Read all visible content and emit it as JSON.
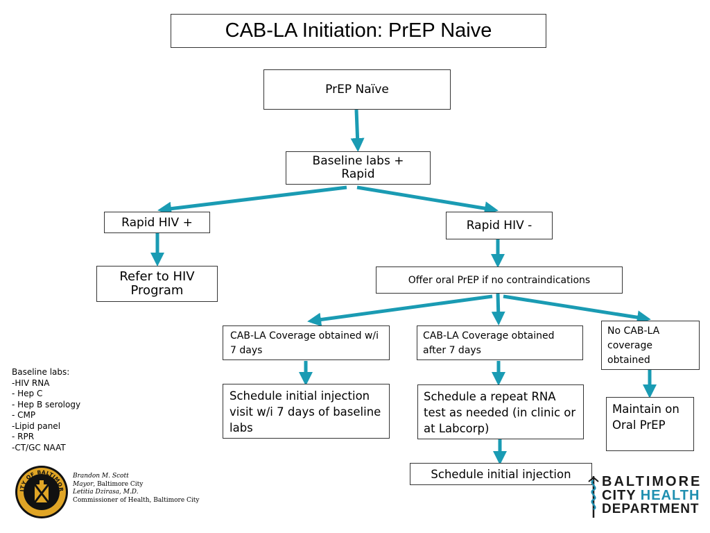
{
  "title": "CAB-LA Initiation: PrEP Naive",
  "nodes": {
    "prep_naive": "PrEP Naïve",
    "baseline": "Baseline labs + Rapid",
    "hiv_pos": "Rapid HIV +",
    "hiv_neg": "Rapid HIV -",
    "refer": "Refer to HIV Program",
    "offer_oral": "Offer oral PrEP if no contraindications",
    "cov_within": "CAB-LA Coverage obtained w/i  7 days",
    "cov_after": "CAB-LA Coverage obtained after 7 days",
    "no_cov": "No CAB-LA coverage obtained",
    "sched_initial_7": "Schedule initial injection visit w/i 7 days of baseline labs",
    "sched_rna": "Schedule a repeat RNA test as needed (in clinic or at Labcorp)",
    "maintain": "Maintain on Oral PrEP",
    "sched_initial": "Schedule initial injection"
  },
  "baseline_labs": {
    "heading": "Baseline labs:",
    "items": [
      "-HIV RNA",
      "- Hep C",
      "- Hep B serology",
      "- CMP",
      "-Lipid panel",
      "- RPR",
      "-CT/GC NAAT"
    ]
  },
  "signature": {
    "mayor_name": "Brandon M. Scott",
    "mayor_title_italic": "Mayor",
    "mayor_title_rest": ", Baltimore City",
    "commissioner_name": "Letitia Dzirasa, M.D.",
    "commissioner_title": "Commissioner of Health, Baltimore City"
  },
  "seal": {
    "text": "CITY OF BALTIMORE"
  },
  "logo": {
    "line1": "BALTIMORE",
    "line2a": "CITY ",
    "line2b": "HEALTH",
    "line3": "DEPARTMENT",
    "colors": {
      "dark": "#1a1a1a",
      "accent": "#1f8fb0"
    }
  },
  "arrow_color": "#1a9bb3"
}
